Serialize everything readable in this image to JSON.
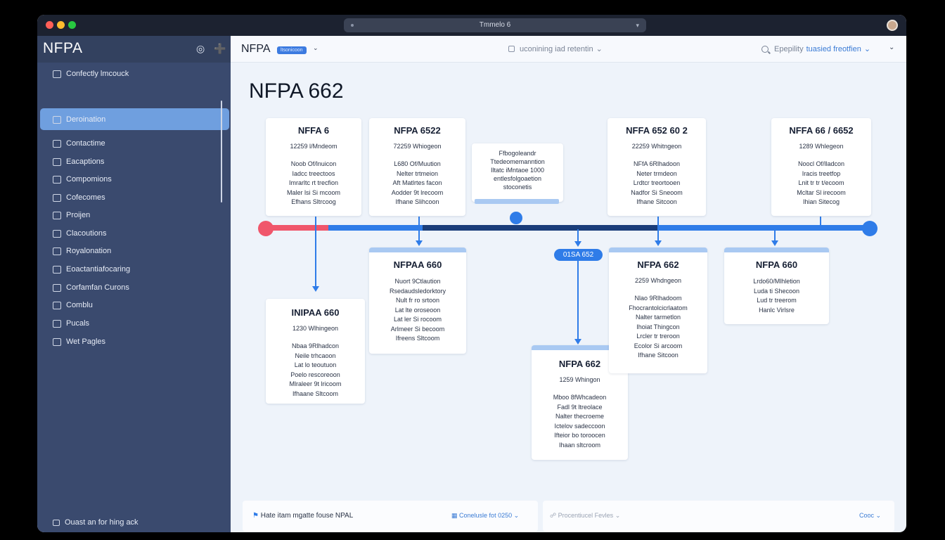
{
  "window": {
    "url_title": "Tmmelo 6",
    "accent": "#2f7ce8",
    "danger": "#f0566b"
  },
  "sidebar": {
    "brand": "NFPA",
    "icons": [
      "target-icon",
      "plus-icon"
    ],
    "items": [
      {
        "label": "Confectly lmcouck",
        "icon": "list-icon"
      },
      {
        "label": "Deroination",
        "icon": "grid-icon",
        "active": true
      },
      {
        "label": "Contactime",
        "icon": "contact-icon"
      },
      {
        "label": "Eacaptions",
        "icon": "caption-icon"
      },
      {
        "label": "Compomions",
        "icon": "component-icon"
      },
      {
        "label": "Cofecomes",
        "icon": "gear-icon"
      },
      {
        "label": "Proijen",
        "icon": "project-icon"
      },
      {
        "label": "Clacoutions",
        "icon": "chart-icon"
      },
      {
        "label": "Royalonation",
        "icon": "bar-icon"
      },
      {
        "label": "Eoactantiafocaring",
        "icon": "image-icon"
      },
      {
        "label": "Corfamfan Curons",
        "icon": "check-icon"
      },
      {
        "label": "Comblu",
        "icon": "box-icon"
      },
      {
        "label": "Pucals",
        "icon": "pen-icon"
      },
      {
        "label": "Wet Pagles",
        "icon": "folder-icon"
      }
    ],
    "footer": "Ouast an for hing ack"
  },
  "topbar": {
    "title": "NFPA",
    "badge": "ltsonicoon",
    "center": "uconining iad retentin",
    "search_placeholder": "Epepility",
    "search_highlight": "tuasied freotfien"
  },
  "page": {
    "title": "NFPA 662"
  },
  "cards_top": [
    {
      "title": "NFFA 6",
      "sub": "12259 l/Mndeom",
      "lines": [
        "Noob Of/lnuicon",
        "Iadcc treectoos",
        "Imrarltc rt trecfion",
        "Maler lsi Si mcoom",
        "Efhans Sltrcoog"
      ]
    },
    {
      "title": "NFPA 6522",
      "sub": "72259 Whiogeon",
      "lines": [
        "L680 Of/Muution",
        "Nelter trtmeion",
        "Aft Matlrtes facon",
        "Aodder 9t lrecoom",
        "Ifhane Slihcoon"
      ]
    },
    {
      "title": "",
      "sub": "",
      "lines": [
        "Ffbogoleandr",
        "Ttedeomemanntion",
        "Iltatc iMntaoe  1000",
        "entlesfolgoaetion",
        "stoconetis"
      ]
    },
    {
      "title": "NFFA 652 60 2",
      "sub": "22259 Whitngeon",
      "lines": [
        "NFfA 6Rlhadoon",
        "Neter trmdeon",
        "Lrdtcr treortooen",
        "Nadfor Si Sneoom",
        "Ifhane Sitcoon"
      ]
    },
    {
      "title": "NFFA 66 / 6652",
      "sub": "1289 Whlegeon",
      "lines": [
        "Noocl Of/lladcon",
        "Iracis treetfop",
        "Lnit tr tr t/ecoom",
        "Mcltar Sl irecoom",
        "Ihian Sitecog"
      ]
    }
  ],
  "cards_bottom": [
    {
      "title": "INIPAA 660",
      "sub": "1230 Wlhingeon",
      "lines": [
        "Nbaa 9Rlhadcon",
        "Neile trhcaoon",
        "Lat lo teoutuon",
        "Poelo rescoreoon",
        "Mlraleer 9t lricoom",
        "Ifhaane Sltcoom"
      ]
    },
    {
      "title": "NFPAA 660",
      "sub": "",
      "lines": [
        "Nuort 9Ctlaution",
        "Rsedaudsledorktory",
        "Nult fr ro srtoon",
        "Lat lte oroseoon",
        "Lat ler Si rocoom",
        "Arlmeer Si becoom",
        "Ifreens Sltcoom"
      ]
    },
    {
      "title": "NFPA 662",
      "sub": "1259 Whingon",
      "lines": [
        "Mboo 8fWhcadeon",
        "Fadl 9t ltreolace",
        "Nalter thecroeme",
        "Ictelov sadeccoon",
        "Ifteior bo toroocen",
        "Ihaan sltcroom"
      ]
    },
    {
      "title": "NFPA 662",
      "sub": "2259 Whdngeon",
      "lines": [
        "Nlao 9Rlhadoom",
        "Fhocrantolcicrlaatom",
        "Nalter tarmetlon",
        "Ihoiat Thingcon",
        "Lrcler tr treroon",
        "Ecolor Si arcoom",
        "Ifhane Sitcoon"
      ]
    },
    {
      "title": "NFPA 660",
      "sub": "",
      "lines": [
        "Lrdo60/Mlhletion",
        "Luda ti Shecoon",
        "Lud tr treerom",
        "Hanlc Virlsre"
      ]
    }
  ],
  "pill": "01SA 652",
  "bottom": {
    "left_text": "Hate itam mgatte fouse NPAL",
    "left_link": "Conelusle fot 0250",
    "right_text": "Procentiucel Fevles",
    "right_link": "Cooc"
  }
}
